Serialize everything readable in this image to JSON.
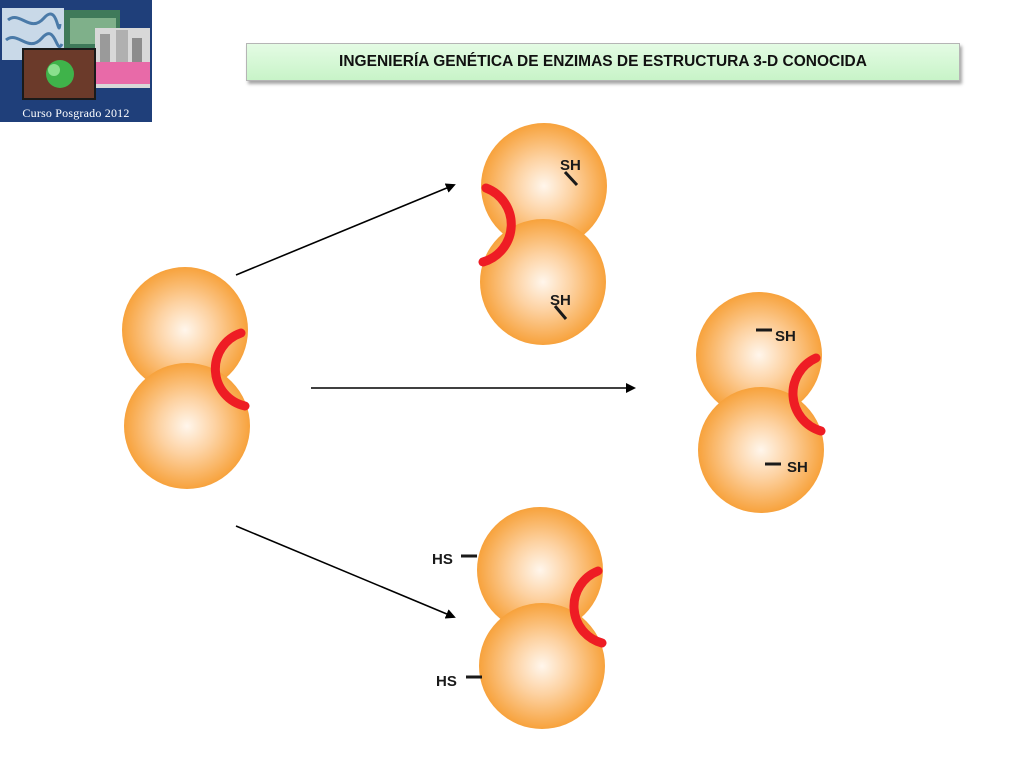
{
  "header": {
    "title": "INGENIERÍA GENÉTICA DE ENZIMAS DE ESTRUCTURA 3-D CONOCIDA",
    "logo_caption": "Curso Posgrado 2012"
  },
  "colors": {
    "subunit": "#f7a23c",
    "active_site": "#ee1c24",
    "title_bar": "#d6f8d6"
  },
  "labels": {
    "top_upper": "SH",
    "top_lower": "SH",
    "right_upper": "SH",
    "right_lower": "SH",
    "bottom_upper": "HS",
    "bottom_lower": "HS"
  }
}
